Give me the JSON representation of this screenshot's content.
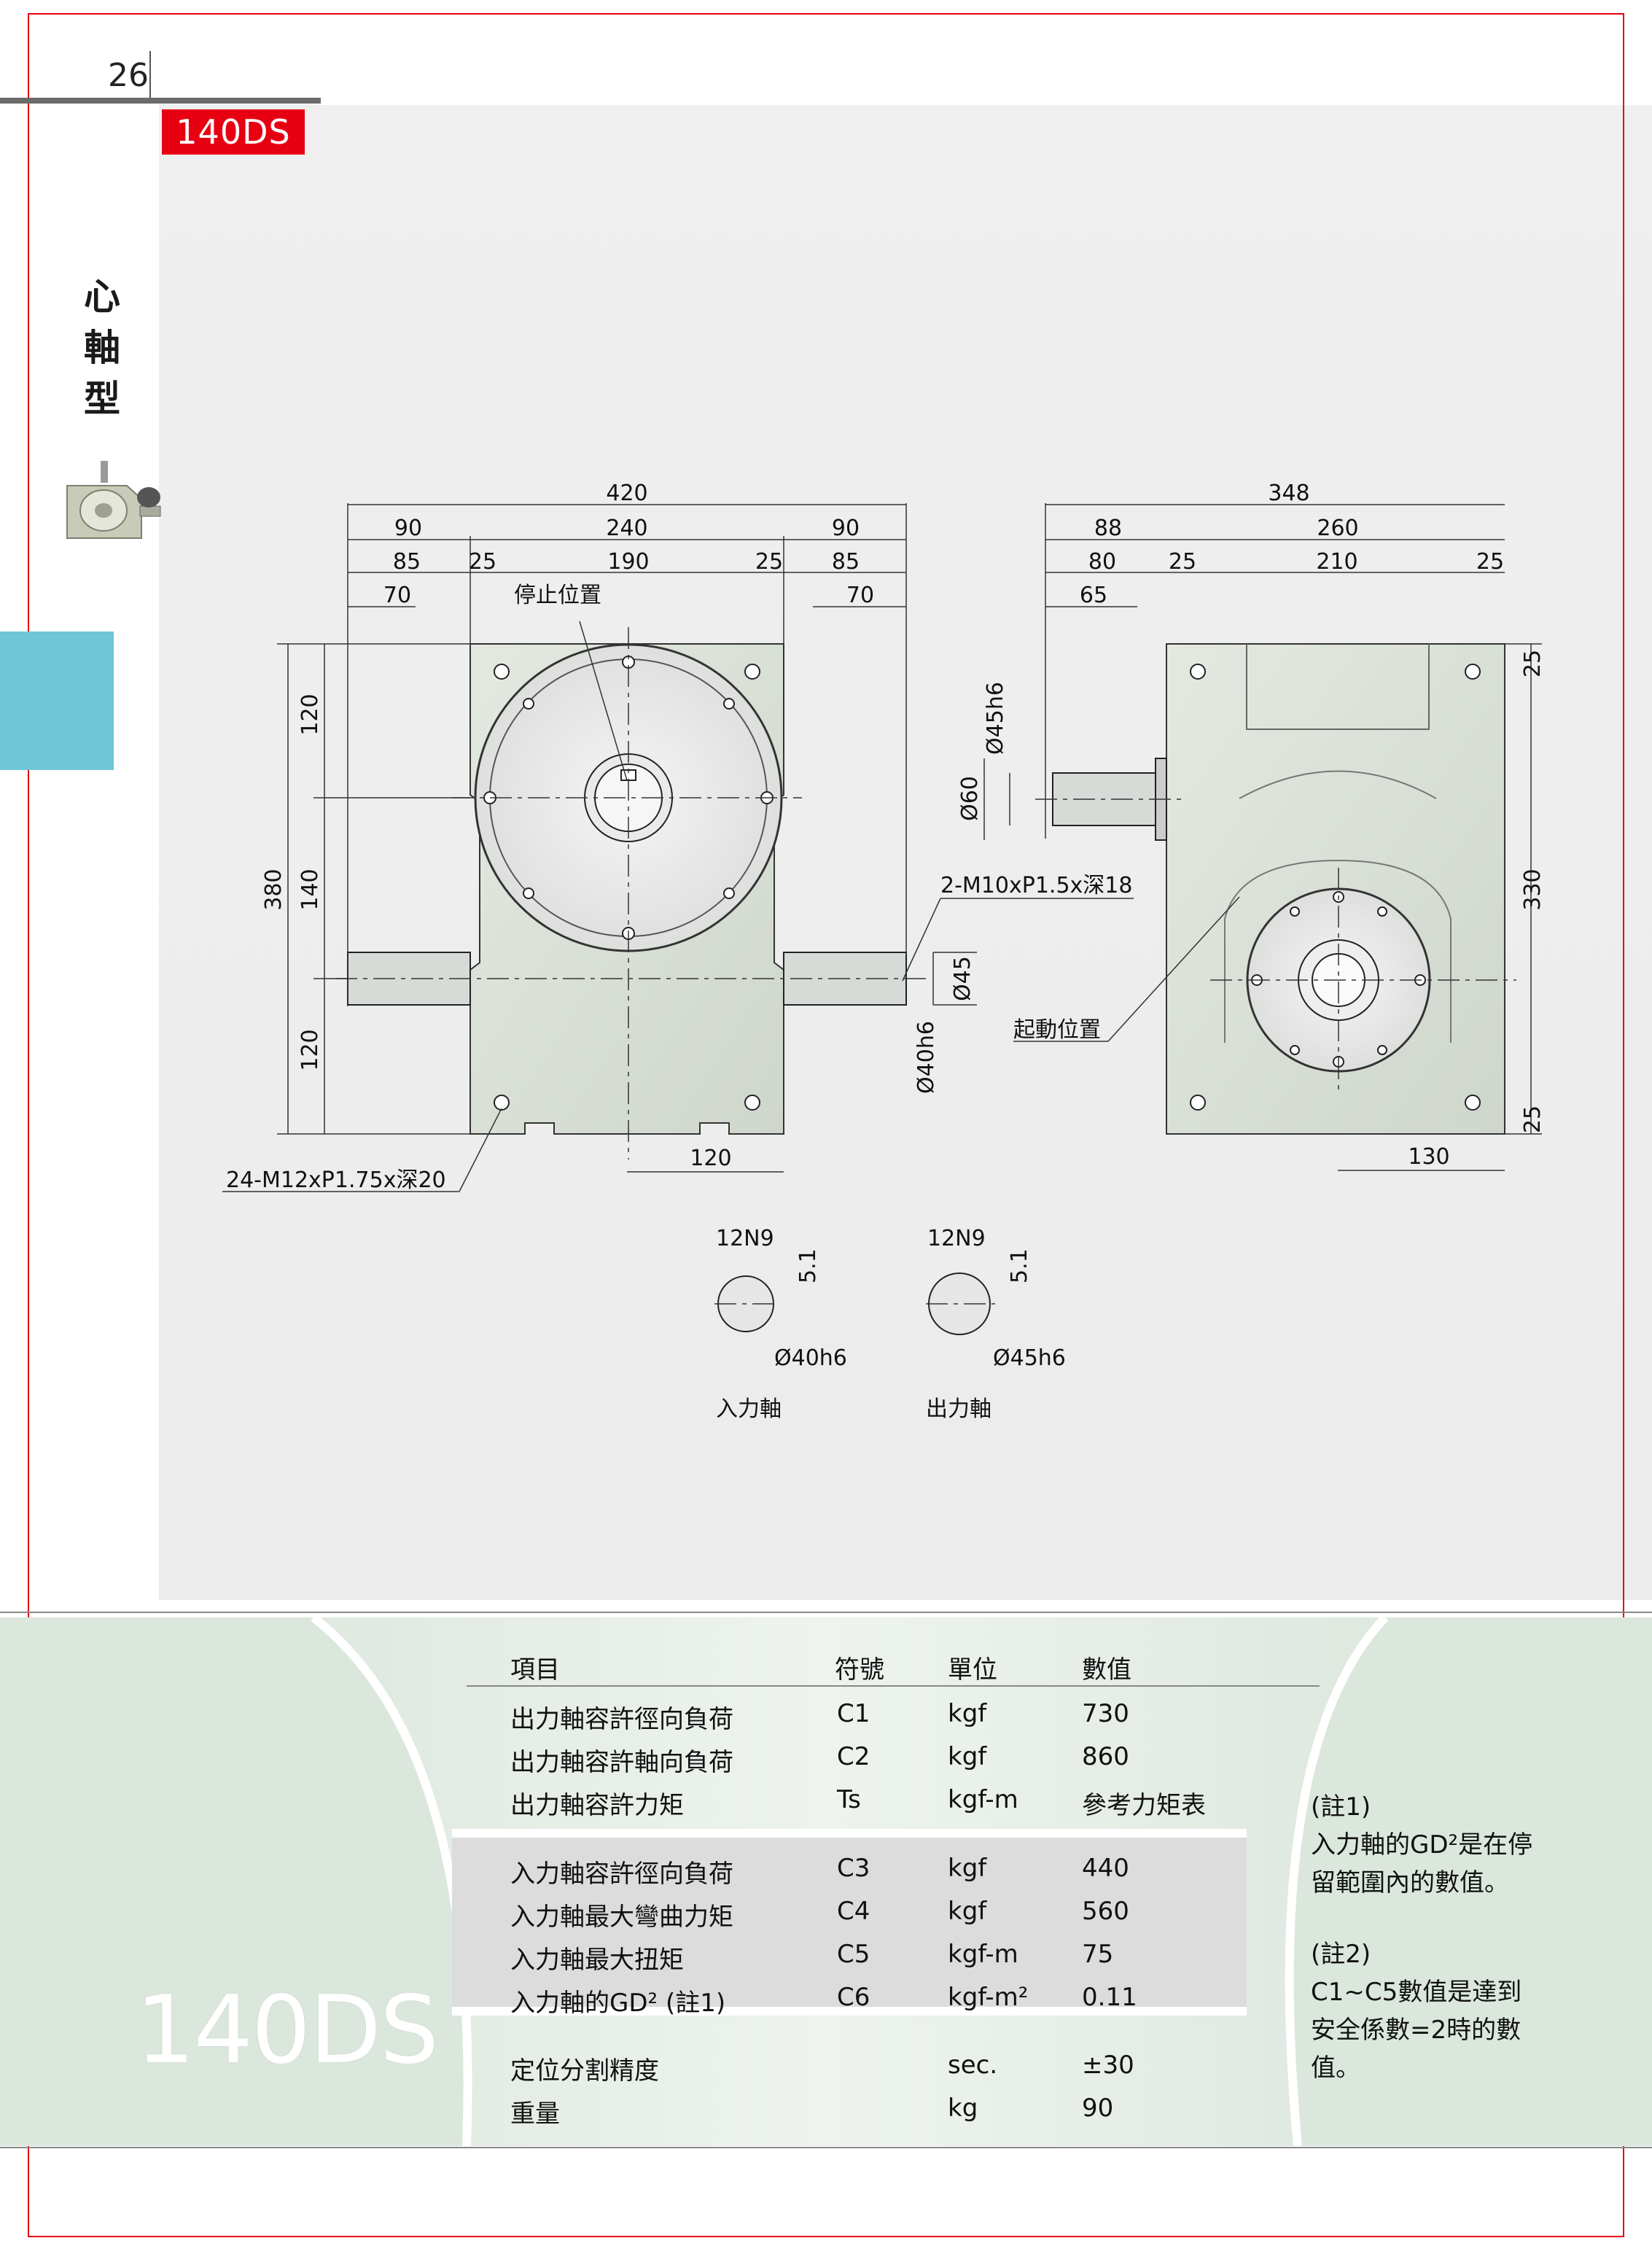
{
  "page": {
    "number": "26",
    "model_tag": "140DS",
    "side_title": [
      "心",
      "軸",
      "型"
    ],
    "watermark_model": "140DS"
  },
  "drawing": {
    "front_dims": {
      "top_total": "420",
      "left_90": "90",
      "mid_240": "240",
      "right_90": "90",
      "left_85": "85",
      "left_25": "25",
      "mid_190": "190",
      "right_25": "25",
      "right_85": "85",
      "left_70": "70",
      "right_70": "70",
      "stop_pos": "停止位置",
      "h_380": "380",
      "h_120a": "120",
      "h_140": "140",
      "h_120b": "120",
      "bottom_120": "120",
      "bolt_note": "24-M12xP1.75x深20",
      "tap_note": "2-M10xP1.5x深18",
      "d45": "Ø45",
      "d40h6": "Ø40h6"
    },
    "side_dims": {
      "top_total": "348",
      "d88": "88",
      "d260": "260",
      "d80": "80",
      "d25a": "25",
      "d210": "210",
      "d25b": "25",
      "d65": "65",
      "d45h6": "Ø45h6",
      "d60": "Ø60",
      "h330": "330",
      "h25a": "25",
      "h25b": "25",
      "bottom_130": "130",
      "start_pos": "起動位置"
    },
    "shafts": [
      {
        "key": "12N9",
        "depth": "5.1",
        "dia": "Ø40h6",
        "label": "入力軸"
      },
      {
        "key": "12N9",
        "depth": "5.1",
        "dia": "Ø45h6",
        "label": "出力軸"
      }
    ]
  },
  "spec_table": {
    "headers": [
      "項目",
      "符號",
      "單位",
      "數值"
    ],
    "group1": [
      [
        "出力軸容許徑向負荷",
        "C1",
        "kgf",
        "730"
      ],
      [
        "出力軸容許軸向負荷",
        "C2",
        "kgf",
        "860"
      ],
      [
        "出力軸容許力矩",
        "Ts",
        "kgf-m",
        "參考力矩表"
      ]
    ],
    "group2": [
      [
        "入力軸容許徑向負荷",
        "C3",
        "kgf",
        "440"
      ],
      [
        "入力軸最大彎曲力矩",
        "C4",
        "kgf",
        "560"
      ],
      [
        "入力軸最大扭矩",
        "C5",
        "kgf-m",
        "75"
      ],
      [
        "入力軸的GD² (註1)",
        "C6",
        "kgf-m²",
        "0.11"
      ]
    ],
    "group3": [
      [
        "定位分割精度",
        "",
        "sec.",
        "±30"
      ],
      [
        "重量",
        "",
        "kg",
        "90"
      ]
    ]
  },
  "notes": {
    "n1_title": "(註1)",
    "n1_body": [
      "入力軸的GD²是在停",
      "留範圍內的數值。"
    ],
    "n2_title": "(註2)",
    "n2_body": [
      "C1~C5數值是達到",
      "安全係數=2時的數",
      "值。"
    ]
  },
  "colors": {
    "accent_red": "#e60012",
    "tab_blue": "#6ec6d6",
    "band_green": "#dfe9e1"
  }
}
